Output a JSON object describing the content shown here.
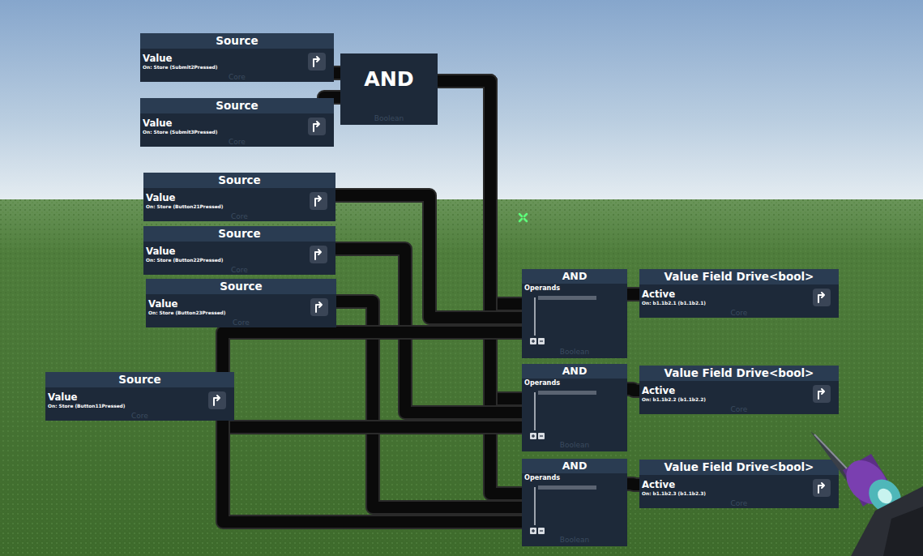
{
  "diagram": {
    "nodes": [
      {
        "text": [
          "Source",
          "Value",
          "On: Store (Submit2Pressed)",
          "Core"
        ]
      },
      {
        "text": [
          "Source",
          "Value",
          "On: Store (Submit3Pressed)",
          "Core"
        ]
      },
      {
        "text": [
          "AND",
          "Boolean"
        ]
      },
      {
        "text": [
          "Source",
          "Value",
          "On: Store (Button21Pressed)",
          "Core"
        ]
      },
      {
        "text": [
          "Source",
          "Value",
          "On: Store (Button22Pressed)",
          "Core"
        ]
      },
      {
        "text": [
          "Source",
          "Value",
          "On: Store (Button23Pressed)",
          "Core"
        ]
      },
      {
        "text": [
          "Source",
          "Value",
          "On: Store (Button11Pressed)",
          "Core"
        ]
      },
      {
        "text": [
          "AND",
          "Operands",
          "Boolean"
        ]
      },
      {
        "text": [
          "Value Field Drive<bool>",
          "Active",
          "On: b1.1b2.1 (b1.1b2.1)",
          "Core"
        ]
      },
      {
        "text": [
          "AND",
          "Operands",
          "Boolean"
        ]
      },
      {
        "text": [
          "Value Field Drive<bool>",
          "Active",
          "On: b1.1b2.2 (b1.1b2.2)",
          "Core"
        ]
      },
      {
        "text": [
          "AND",
          "Operands",
          "Boolean"
        ]
      },
      {
        "text": [
          "Value Field Drive<bool>",
          "Active",
          "On: b1.1b2.3 (b1.1b2.3)",
          "Core"
        ]
      }
    ],
    "edges": [
      {
        "from": 0,
        "to": 2,
        "arrow": "none"
      },
      {
        "from": 1,
        "to": 2,
        "arrow": "none"
      },
      {
        "from": 2,
        "to": 7,
        "arrow": "none"
      },
      {
        "from": 2,
        "to": 9,
        "arrow": "none"
      },
      {
        "from": 2,
        "to": 11,
        "arrow": "none"
      },
      {
        "from": 3,
        "to": 7,
        "arrow": "none"
      },
      {
        "from": 4,
        "to": 9,
        "arrow": "none"
      },
      {
        "from": 5,
        "to": 11,
        "arrow": "none"
      },
      {
        "from": 6,
        "to": 7,
        "arrow": "none"
      },
      {
        "from": 6,
        "to": 9,
        "arrow": "none"
      },
      {
        "from": 6,
        "to": 11,
        "arrow": "none"
      },
      {
        "from": 7,
        "to": 8,
        "arrow": "none"
      },
      {
        "from": 9,
        "to": 10,
        "arrow": "none"
      },
      {
        "from": 11,
        "to": 12,
        "arrow": "none"
      }
    ]
  }
}
